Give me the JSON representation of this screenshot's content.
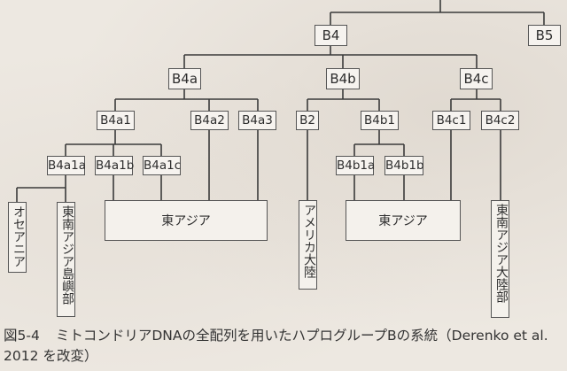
{
  "haplogroups": {
    "B4": "B4",
    "B5": "B5",
    "B4a": "B4a",
    "B4b": "B4b",
    "B4c": "B4c",
    "B4a1": "B4a1",
    "B4a2": "B4a2",
    "B4a3": "B4a3",
    "B2": "B2",
    "B4b1": "B4b1",
    "B4c1": "B4c1",
    "B4c2": "B4c2",
    "B4a1a": "B4a1a",
    "B4a1b": "B4a1b",
    "B4a1c": "B4a1c",
    "B4b1a": "B4b1a",
    "B4b1b": "B4b1b"
  },
  "regions": {
    "oceania": "オセアニア",
    "sea_islands": "東南アジア島嶼部",
    "east_asia_1": "東アジア",
    "americas": "アメリカ大陸",
    "east_asia_2": "東アジア",
    "sea_mainland": "東南アジア大陸部"
  },
  "caption": {
    "figure_number": "図5-4",
    "text": "ミトコンドリアDNAの全配列を用いたハプログループBの系統（Derenko et al. 2012 を改変）"
  }
}
